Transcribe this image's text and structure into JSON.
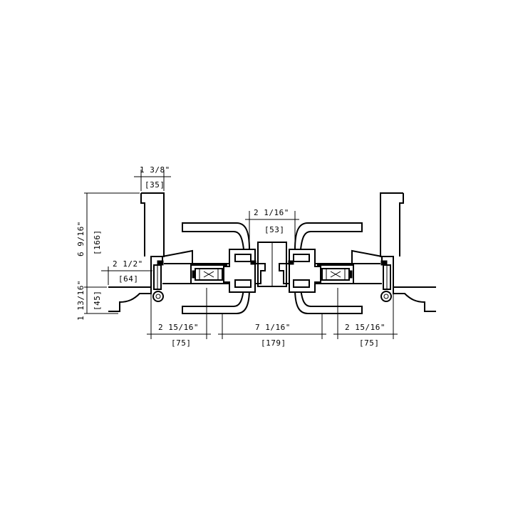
{
  "dimensions": {
    "top_width_in": "1 3/8\"",
    "top_width_mm": "[35]",
    "height_in": "6 9/16\"",
    "height_mm": "[166]",
    "projection_in": "2 1/2\"",
    "projection_mm": "[64]",
    "base_height_in": "1 13/16\"",
    "base_height_mm": "[45]",
    "center_gap_in": "2 1/16\"",
    "center_gap_mm": "[53]",
    "left_offset_in": "2 15/16\"",
    "left_offset_mm": "[75]",
    "center_span_in": "7 1/16\"",
    "center_span_mm": "[179]",
    "right_offset_in": "2 15/16\"",
    "right_offset_mm": "[75]"
  }
}
